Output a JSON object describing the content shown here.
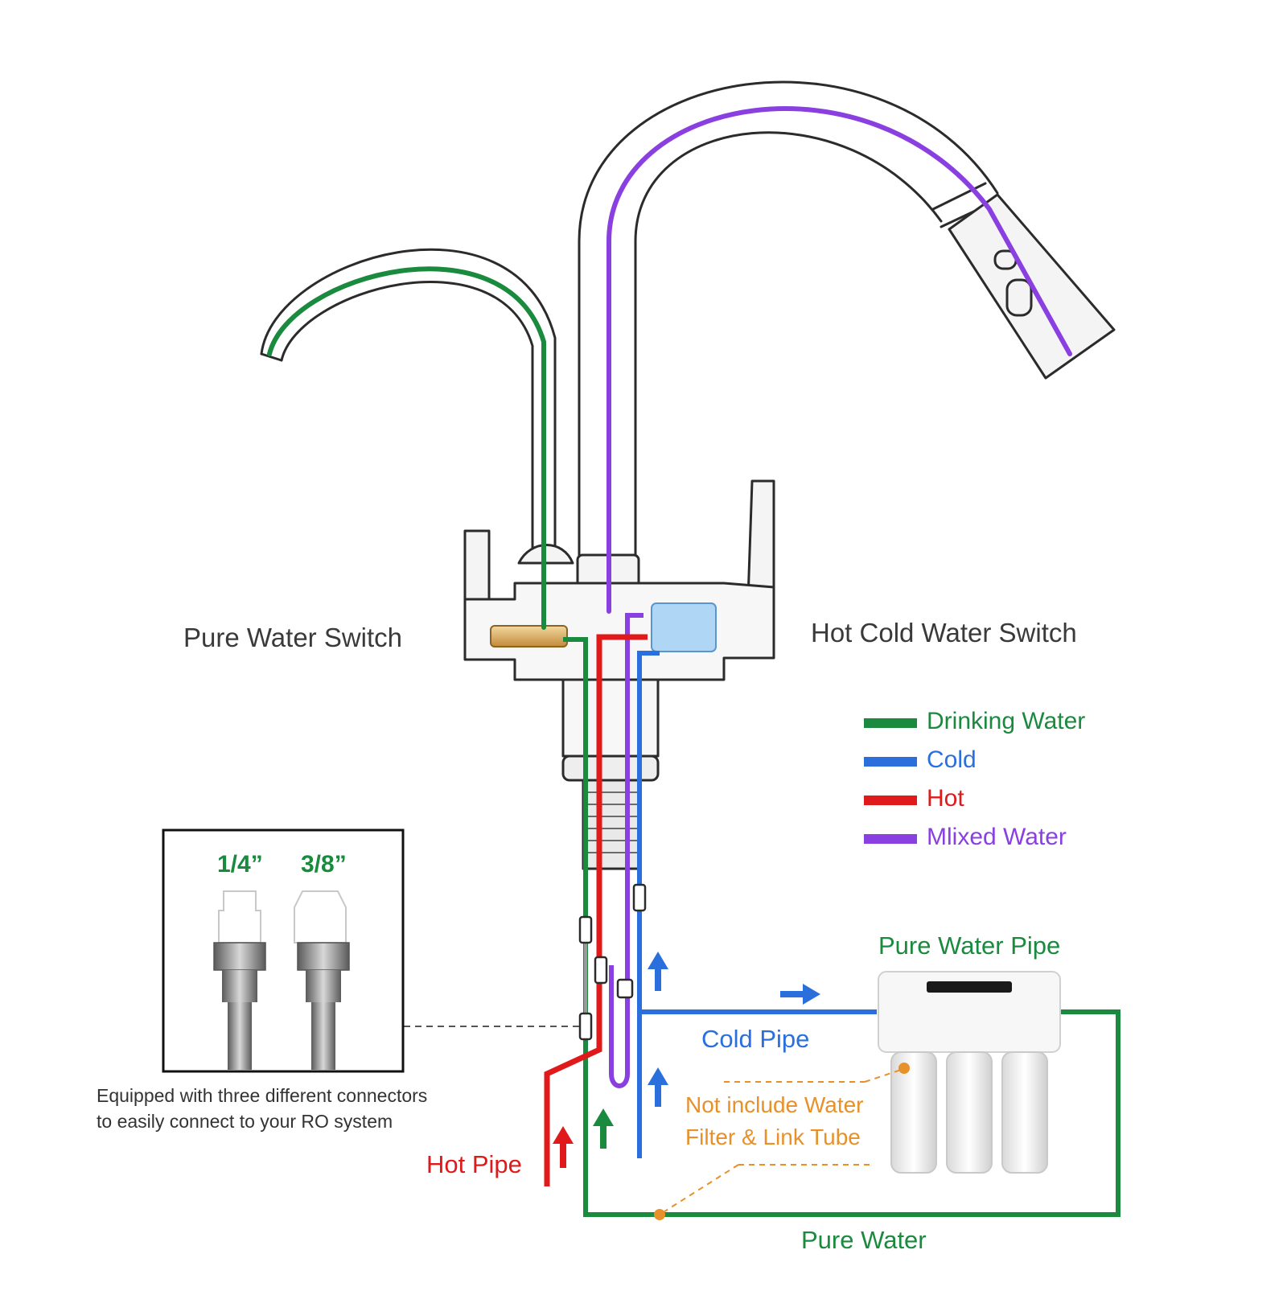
{
  "labels": {
    "pure_water_switch": "Pure Water Switch",
    "hot_cold_water_switch": "Hot Cold Water Switch",
    "pure_water_pipe": "Pure Water Pipe",
    "cold_pipe": "Cold Pipe",
    "hot_pipe": "Hot Pipe",
    "pure_water": "Pure Water",
    "not_include_note": "Not include Water\nFilter & Link Tube",
    "connectors_note": "Equipped with three different connectors\nto easily connect to your RO system"
  },
  "connectors": [
    {
      "size": "1/4”"
    },
    {
      "size": "3/8”"
    }
  ],
  "legend": [
    {
      "label": "Drinking Water",
      "color": "#1a8a3e"
    },
    {
      "label": "Cold",
      "color": "#2a6fdc"
    },
    {
      "label": "Hot",
      "color": "#e01a1a"
    },
    {
      "label": "Mlixed Water",
      "color": "#8a3fe0"
    }
  ],
  "colors": {
    "drinking": "#1a8a3e",
    "cold": "#2a6fdc",
    "hot": "#e01a1a",
    "mixed": "#8a3fe0",
    "note": "#e8902a",
    "outline": "#2b2b2b"
  },
  "icons": [
    "faucet-drawing",
    "ro-filter-unit",
    "flow-arrow",
    "connector-fitting"
  ]
}
